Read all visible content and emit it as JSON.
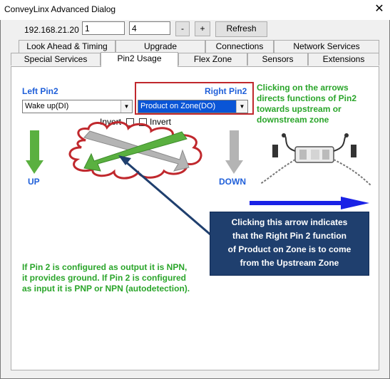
{
  "window": {
    "title": "ConveyLinx Advanced Dialog",
    "close_glyph": "✕"
  },
  "toolbar": {
    "ip_address": "192.168.21.20",
    "field1_value": "1",
    "field2_value": "4",
    "minus_label": "-",
    "plus_label": "+",
    "refresh_label": "Refresh"
  },
  "tabs_row1": [
    {
      "label": "Look Ahead & Timing"
    },
    {
      "label": "Upgrade"
    },
    {
      "label": "Connections"
    },
    {
      "label": "Network Services"
    }
  ],
  "tabs_row2": [
    {
      "label": "Special Services"
    },
    {
      "label": "Pin2 Usage"
    },
    {
      "label": "Flex Zone"
    },
    {
      "label": "Sensors"
    },
    {
      "label": "Extensions"
    }
  ],
  "pin2": {
    "left_label": "Left Pin2",
    "right_label": "Right Pin2",
    "left_select_value": "Wake up(DI)",
    "right_select_value": "Product on Zone(DO)",
    "invert_label_1": "Invert",
    "invert_label_2": "Invert",
    "up_label": "UP",
    "down_label": "DOWN"
  },
  "annotations": {
    "right_note_lines": [
      "Clicking on the arrows",
      "directs functions of Pin2",
      "towards upstream or",
      "downstream zone"
    ],
    "bottom_note_lines": [
      "If Pin 2 is configured as output it is NPN,",
      "it provides ground. If Pin 2 is configured",
      "as input it is PNP or NPN (autodetection)."
    ],
    "callout_lines": [
      "Clicking this arrow indicates",
      "that the Right Pin 2 function",
      "of Product on Zone is to come",
      "from the Upstream Zone"
    ]
  },
  "colors": {
    "label_blue": "#1f5fd9",
    "note_green": "#2aa52a",
    "callout_navy": "#1f3f6e",
    "highlight_red": "#c0282d",
    "arrow_green": "#5ab040",
    "arrow_gray": "#b4b4b4",
    "conveyor_blue": "#1a22e6"
  }
}
